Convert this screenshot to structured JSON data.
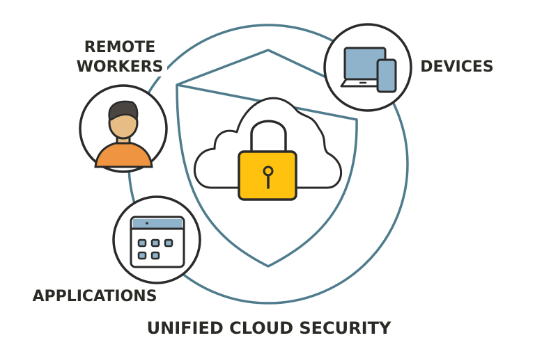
{
  "labels": {
    "remote_workers_line1": "REMOTE",
    "remote_workers_line2": "WORKERS",
    "devices": "DEVICES",
    "applications": "APPLICATIONS",
    "title": "UNIFIED CLOUD SECURITY"
  },
  "colors": {
    "ring": "#4f7c8c",
    "outline": "#2a2a2a",
    "lock": "#ffc20e",
    "skin": "#e8bd85",
    "shirt": "#ef9440",
    "hair": "#4a4540",
    "device": "#8fb3cb"
  },
  "icons": [
    "shield-icon",
    "cloud-icon",
    "lock-icon",
    "person-icon",
    "laptop-icon",
    "phone-icon",
    "app-window-icon"
  ]
}
